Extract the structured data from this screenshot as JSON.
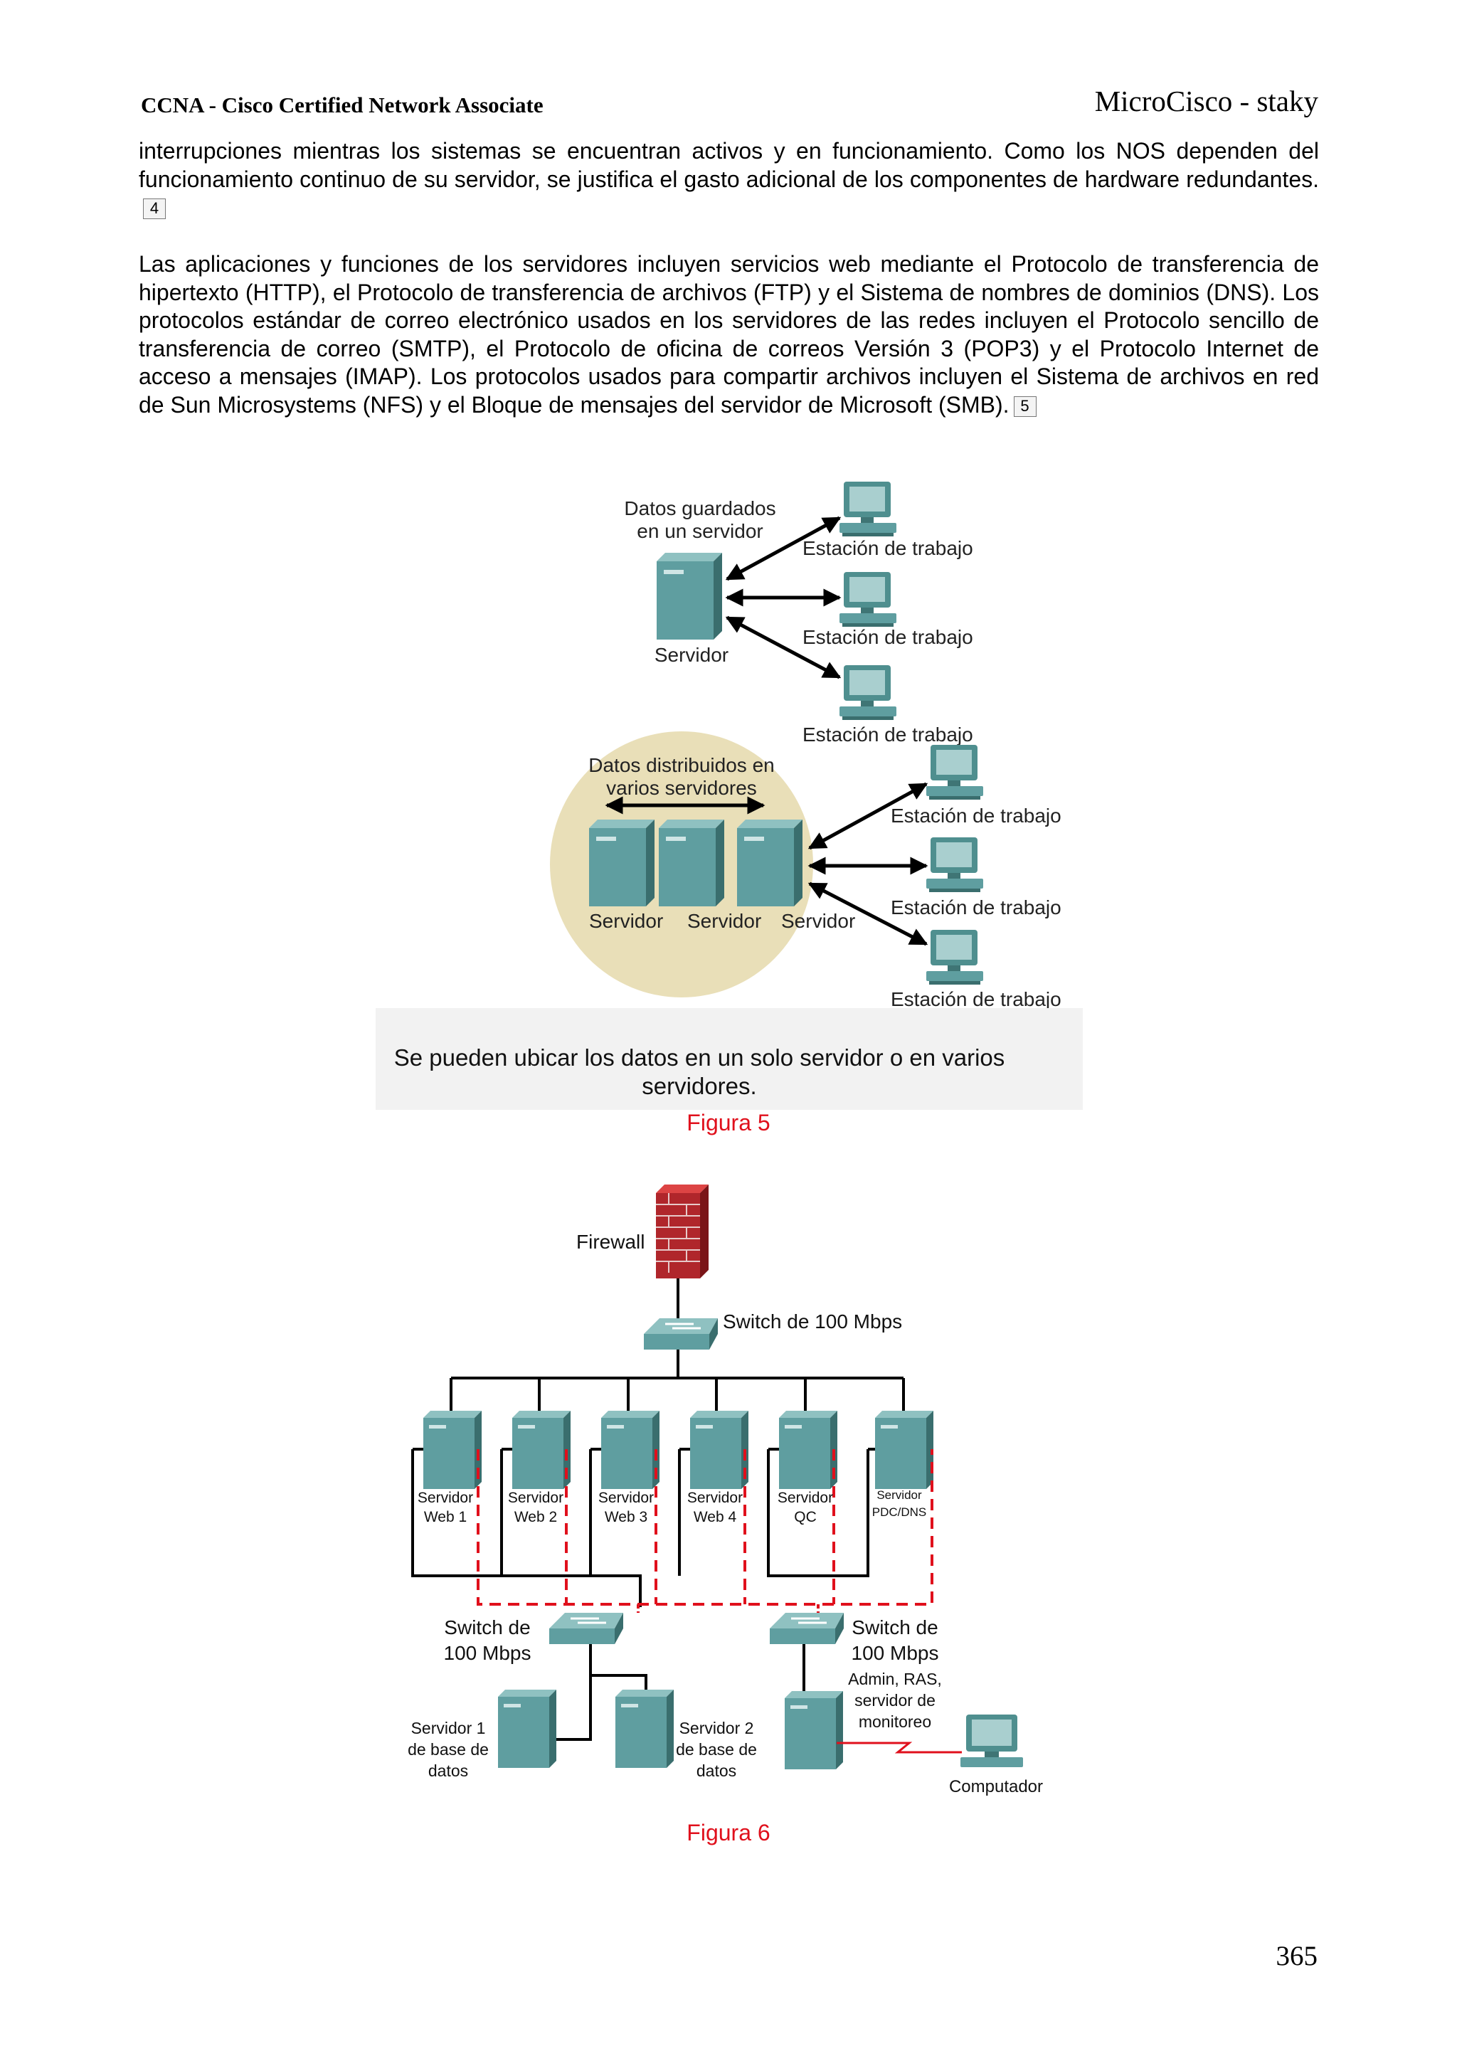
{
  "header": {
    "left": "CCNA - Cisco Certified Network Associate",
    "right": "MicroCisco - staky"
  },
  "paragraphs": [
    {
      "text": "interrupciones mientras los sistemas se encuentran activos y en funcionamiento. Como los NOS dependen del funcionamiento continuo de su servidor, se justifica el gasto adicional de los componentes de hardware redundantes.",
      "ref": "4"
    },
    {
      "text": "Las aplicaciones y funciones de los servidores incluyen servicios web mediante el Protocolo de transferencia de hipertexto (HTTP), el Protocolo de transferencia de archivos (FTP) y el Sistema de nombres de dominios (DNS). Los protocolos estándar de correo electrónico usados en los servidores de las redes incluyen el Protocolo sencillo de transferencia de correo (SMTP), el Protocolo de oficina de correos Versión 3 (POP3) y el Protocolo Internet de acceso a mensajes (IMAP). Los protocolos usados para compartir archivos incluyen el Sistema de archivos en red de Sun Microsystems (NFS) y el Bloque de mensajes del servidor de Microsoft (SMB).",
      "ref": "5"
    }
  ],
  "figure5": {
    "top_label_line1": "Datos guardados",
    "top_label_line2": "en un servidor",
    "server_label": "Servidor",
    "workstation_label": "Estación de trabajo",
    "dist_label_line1": "Datos distribuidos en",
    "dist_label_line2": "varios servidores",
    "banner_line1": "Se pueden ubicar los datos en un solo servidor o en varios",
    "banner_line2": "servidores.",
    "caption": "Figura 5",
    "circle_color": "#e9dfb8",
    "server_color": "#5f9ea0"
  },
  "figure6": {
    "firewall_label": "Firewall",
    "switch_top_label": "Switch de 100 Mbps",
    "servers": [
      {
        "line1": "Servidor",
        "line2": "Web 1"
      },
      {
        "line1": "Servidor",
        "line2": "Web 2"
      },
      {
        "line1": "Servidor",
        "line2": "Web 3"
      },
      {
        "line1": "Servidor",
        "line2": "Web 4"
      },
      {
        "line1": "Servidor",
        "line2": "QC"
      },
      {
        "line1": "Servidor",
        "line2": "PDC/DNS"
      }
    ],
    "switch_left_line1": "Switch de",
    "switch_left_line2": "100 Mbps",
    "switch_right_line1": "Switch de",
    "switch_right_line2": "100 Mbps",
    "admin_line1": "Admin, RAS,",
    "admin_line2": "servidor de",
    "admin_line3": "monitoreo",
    "db1_line1": "Servidor 1",
    "db1_line2": "de base de",
    "db1_line3": "datos",
    "db2_line1": "Servidor 2",
    "db2_line2": "de base de",
    "db2_line3": "datos",
    "computer_label": "Computador",
    "caption": "Figura 6",
    "redundant_link_color": "#e0101c",
    "firewall_color": "#b0262b"
  },
  "page_number": "365"
}
